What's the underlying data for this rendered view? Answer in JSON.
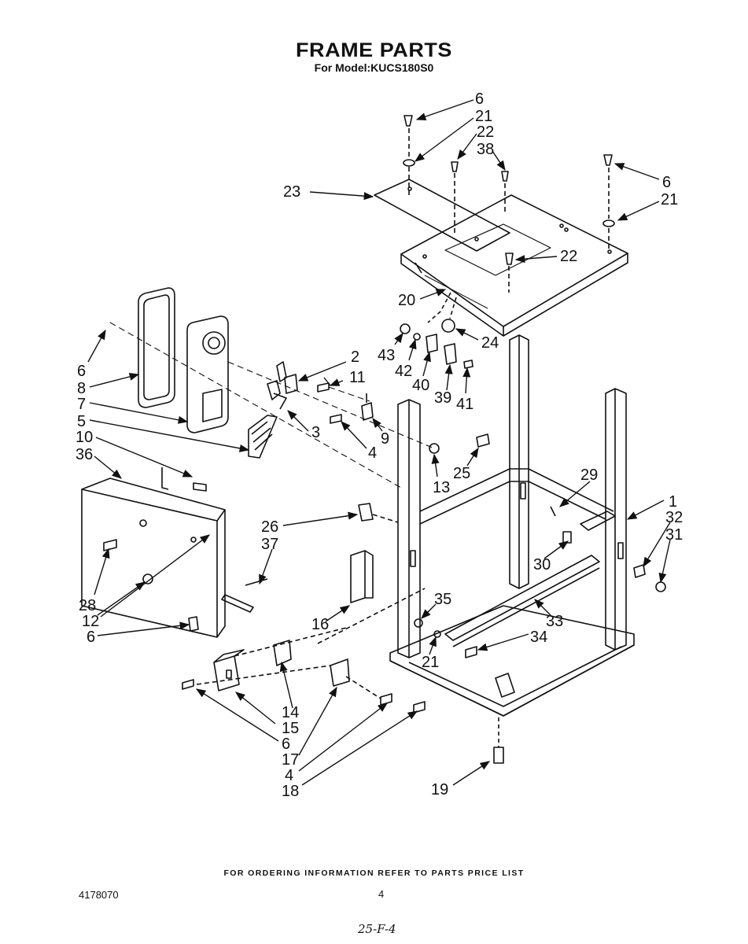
{
  "header": {
    "title": "FRAME PARTS",
    "subtitle": "For Model:KUCS180S0"
  },
  "callouts": [
    {
      "id": "c6a",
      "text": "6"
    },
    {
      "id": "c21a",
      "text": "21"
    },
    {
      "id": "c22a",
      "text": "22"
    },
    {
      "id": "c38",
      "text": "38"
    },
    {
      "id": "c6b",
      "text": "6"
    },
    {
      "id": "c21b",
      "text": "21"
    },
    {
      "id": "c23",
      "text": "23"
    },
    {
      "id": "c22b",
      "text": "22"
    },
    {
      "id": "c20",
      "text": "20"
    },
    {
      "id": "c24",
      "text": "24"
    },
    {
      "id": "c43",
      "text": "43"
    },
    {
      "id": "c42",
      "text": "42"
    },
    {
      "id": "c40",
      "text": "40"
    },
    {
      "id": "c39",
      "text": "39"
    },
    {
      "id": "c41",
      "text": "41"
    },
    {
      "id": "c2",
      "text": "2"
    },
    {
      "id": "c11",
      "text": "11"
    },
    {
      "id": "c9",
      "text": "9"
    },
    {
      "id": "c3",
      "text": "3"
    },
    {
      "id": "c4a",
      "text": "4"
    },
    {
      "id": "c13",
      "text": "13"
    },
    {
      "id": "c25",
      "text": "25"
    },
    {
      "id": "c6c",
      "text": "6"
    },
    {
      "id": "c8",
      "text": "8"
    },
    {
      "id": "c7",
      "text": "7"
    },
    {
      "id": "c5",
      "text": "5"
    },
    {
      "id": "c10",
      "text": "10"
    },
    {
      "id": "c36",
      "text": "36"
    },
    {
      "id": "c29",
      "text": "29"
    },
    {
      "id": "c1",
      "text": "1"
    },
    {
      "id": "c32",
      "text": "32"
    },
    {
      "id": "c31",
      "text": "31"
    },
    {
      "id": "c26",
      "text": "26"
    },
    {
      "id": "c37",
      "text": "37"
    },
    {
      "id": "c30",
      "text": "30"
    },
    {
      "id": "c28",
      "text": "28"
    },
    {
      "id": "c12",
      "text": "12"
    },
    {
      "id": "c6d",
      "text": "6"
    },
    {
      "id": "c35",
      "text": "35"
    },
    {
      "id": "c16",
      "text": "16"
    },
    {
      "id": "c33",
      "text": "33"
    },
    {
      "id": "c34",
      "text": "34"
    },
    {
      "id": "c21c",
      "text": "21"
    },
    {
      "id": "c14",
      "text": "14"
    },
    {
      "id": "c15",
      "text": "15"
    },
    {
      "id": "c6e",
      "text": "6"
    },
    {
      "id": "c17",
      "text": "17"
    },
    {
      "id": "c4b",
      "text": "4"
    },
    {
      "id": "c18",
      "text": "18"
    },
    {
      "id": "c19",
      "text": "19"
    }
  ],
  "footer": {
    "ordering_info": "FOR ORDERING INFORMATION REFER TO PARTS PRICE LIST",
    "part_number": "4178070",
    "page_number": "4",
    "handwritten_note": "25-F-4"
  }
}
